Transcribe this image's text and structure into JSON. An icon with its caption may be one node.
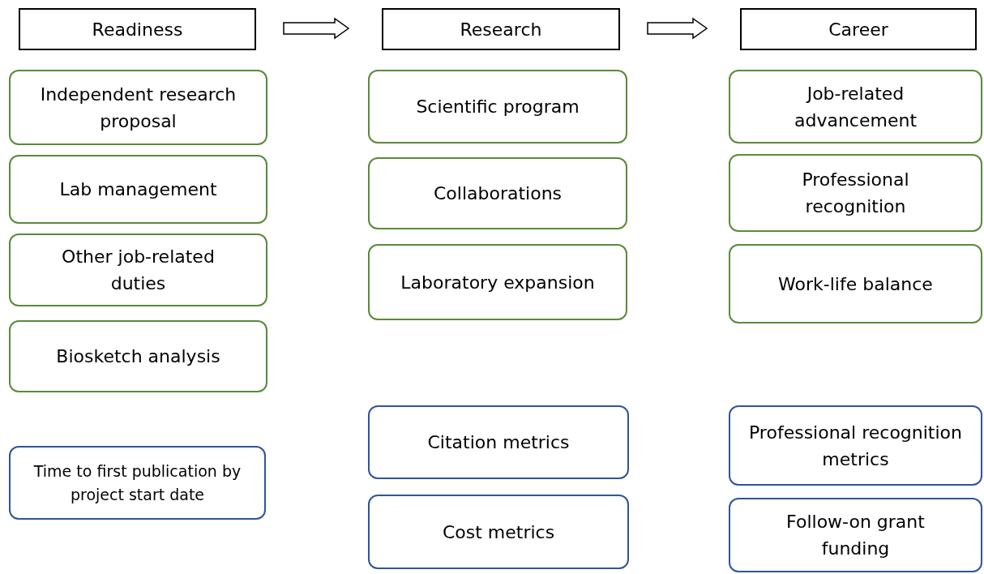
{
  "diagram": {
    "nodes": [
      {
        "text": [
          "Readiness"
        ]
      },
      {
        "text": [
          "Research"
        ]
      },
      {
        "text": [
          "Career"
        ]
      },
      {
        "text": [
          "Independent research proposal"
        ]
      },
      {
        "text": [
          "Lab management"
        ]
      },
      {
        "text": [
          "Other job-related duties"
        ]
      },
      {
        "text": [
          "Biosketch analysis"
        ]
      },
      {
        "text": [
          "Time to first publication by project start date"
        ]
      },
      {
        "text": [
          "Scientific program"
        ]
      },
      {
        "text": [
          "Collaborations"
        ]
      },
      {
        "text": [
          "Laboratory expansion"
        ]
      },
      {
        "text": [
          "Citation metrics"
        ]
      },
      {
        "text": [
          "Cost metrics"
        ]
      },
      {
        "text": [
          "Job-related advancement"
        ]
      },
      {
        "text": [
          "Professional recognition"
        ]
      },
      {
        "text": [
          "Work-life balance"
        ]
      },
      {
        "text": [
          "Professional recognition metrics"
        ]
      },
      {
        "text": [
          "Follow-on grant funding"
        ]
      }
    ],
    "edges": [
      {
        "from": 0,
        "to": 1,
        "arrow": "to"
      },
      {
        "from": 1,
        "to": 2,
        "arrow": "to"
      }
    ]
  }
}
